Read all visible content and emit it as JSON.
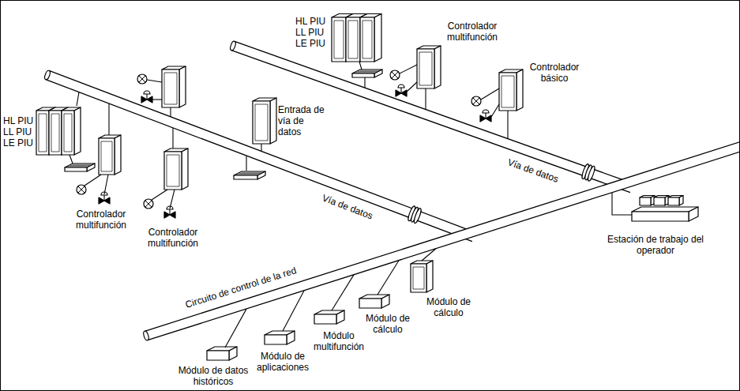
{
  "diagram": {
    "labels": [
      "HL PIU",
      "LL PIU",
      "LE PIU",
      "Controlador multifunción",
      "Controlador básico",
      "Vía de datos",
      "HL PIU",
      "LL PIU",
      "LE PIU",
      "Entrada de vía de datos",
      "Vía de datos",
      "Controlador multifunción",
      "Controlador multifunción",
      "Circuito de control de la red",
      "Estación de trabajo del operador",
      "Módulo de cálculo",
      "Módulo de cálculo",
      "Módulo multifunción",
      "Módulo de aplicaciones",
      "Módulo de datos históricos"
    ]
  }
}
